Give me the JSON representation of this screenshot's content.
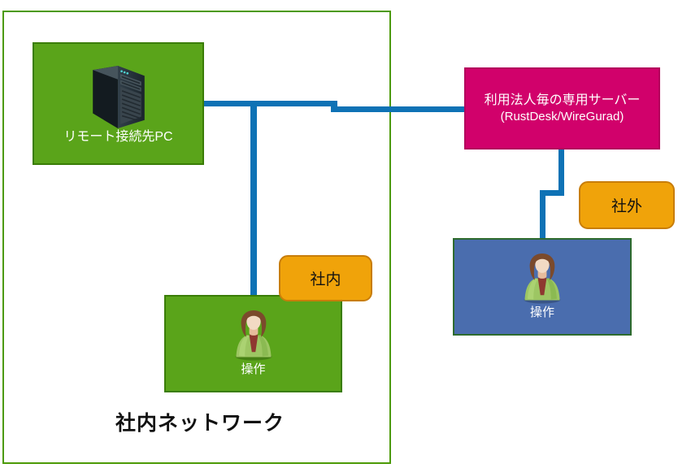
{
  "network": {
    "label": "社内ネットワーク"
  },
  "nodes": {
    "remote_pc": {
      "label": "リモート接続先PC",
      "icon": "server-tower-icon"
    },
    "dedicated_server": {
      "label_line1": "利用法人毎の専用サーバー",
      "label_line2": "(RustDesk/WireGurad)"
    },
    "operator_internal": {
      "label": "操作",
      "icon": "person-icon"
    },
    "operator_external": {
      "label": "操作",
      "icon": "person-icon"
    }
  },
  "badges": {
    "internal": "社内",
    "external": "社外"
  },
  "colors": {
    "outer_border": "#4C9A06",
    "green_fill": "#5AA41A",
    "green_border": "#3A7D06",
    "pink_fill": "#D1016B",
    "pink_border": "#B3015C",
    "orange_fill": "#F0A30A",
    "orange_border": "#C87D0A",
    "blue_box_fill": "#4A6DAE",
    "blue_box_border": "#2E6B2E",
    "connector": "#0E72B5",
    "text_on_dark": "#FFFFFF",
    "text_on_light": "#111111"
  }
}
